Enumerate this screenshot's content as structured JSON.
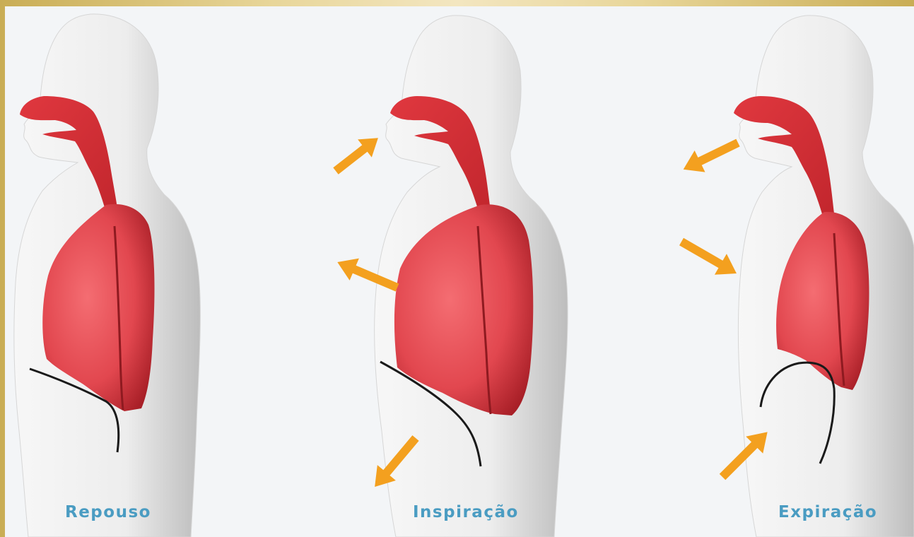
{
  "stages": [
    {
      "id": "rest",
      "label": "Repouso"
    },
    {
      "id": "inspiration",
      "label": "Inspiração"
    },
    {
      "id": "expiration",
      "label": "Expiração"
    }
  ],
  "colors": {
    "lung": "#e84e55",
    "lung_dark": "#b8262e",
    "body": "#ececec",
    "arrow": "#f3a01f",
    "label": "#4a9cc2",
    "diaphragm": "#1a1a1a",
    "frame": "#d9c27a"
  }
}
